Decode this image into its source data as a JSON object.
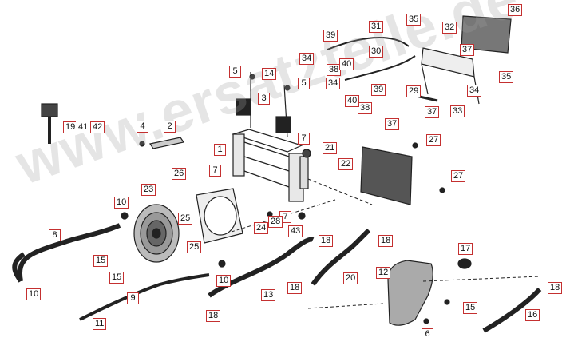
{
  "watermark": "www.ersatzteile.de",
  "labels": {
    "l1": "1",
    "l2": "2",
    "l3": "3",
    "l4": "4",
    "l5a": "5",
    "l5b": "5",
    "l6": "6",
    "l7a": "7",
    "l7b": "7",
    "l7c": "7",
    "l8": "8",
    "l9": "9",
    "l10a": "10",
    "l10b": "10",
    "l10c": "10",
    "l11": "11",
    "l12": "12",
    "l13": "13",
    "l14": "14",
    "l15a": "15",
    "l15b": "15",
    "l15c": "15",
    "l16": "16",
    "l17": "17",
    "l18a": "18",
    "l18b": "18",
    "l18c": "18",
    "l18d": "18",
    "l18e": "18",
    "l19": "19",
    "l41": "41",
    "l42": "42",
    "l20": "20",
    "l21": "21",
    "l22": "22",
    "l23": "23",
    "l24": "24",
    "l25a": "25",
    "l25b": "25",
    "l26": "26",
    "l27a": "27",
    "l27b": "27",
    "l28": "28",
    "l29": "29",
    "l30": "30",
    "l31": "31",
    "l32": "32",
    "l33": "33",
    "l34a": "34",
    "l34b": "34",
    "l34c": "34",
    "l35a": "35",
    "l35b": "35",
    "l36": "36",
    "l37a": "37",
    "l37b": "37",
    "l37c": "37",
    "l38a": "38",
    "l38b": "38",
    "l39a": "39",
    "l39b": "39",
    "l40a": "40",
    "l40b": "40",
    "l43": "43"
  },
  "colors": {
    "callout_border": "#c43030",
    "line": "#222222",
    "watermark": "#a0a0a0"
  }
}
